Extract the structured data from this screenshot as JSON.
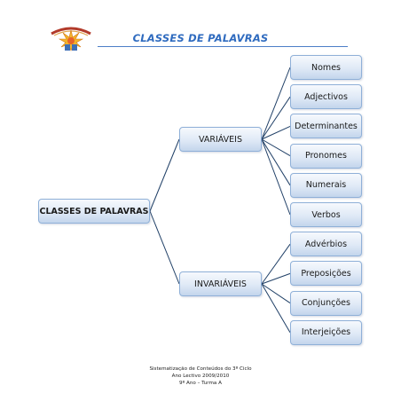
{
  "header": {
    "title": "CLASSES DE PALAVRAS"
  },
  "diagram": {
    "root": "CLASSES DE PALAVRAS",
    "groups": [
      {
        "label": "VARIÁVEIS",
        "items": [
          "Nomes",
          "Adjectivos",
          "Determinantes",
          "Pronomes",
          "Numerais",
          "Verbos"
        ]
      },
      {
        "label": "INVARIÁVEIS",
        "items": [
          "Advérbios",
          "Preposições",
          "Conjunções",
          "Interjeições"
        ]
      }
    ]
  },
  "footer": {
    "line1": "Sistematização de Conteúdos do 3º Ciclo",
    "line2": "Ano Lectivo 2009/2010",
    "line3": "9º Ano – Turma A"
  },
  "colors": {
    "title": "#2f6bbf",
    "node_border": "#8fb0d8",
    "connector": "#1f3f66"
  }
}
